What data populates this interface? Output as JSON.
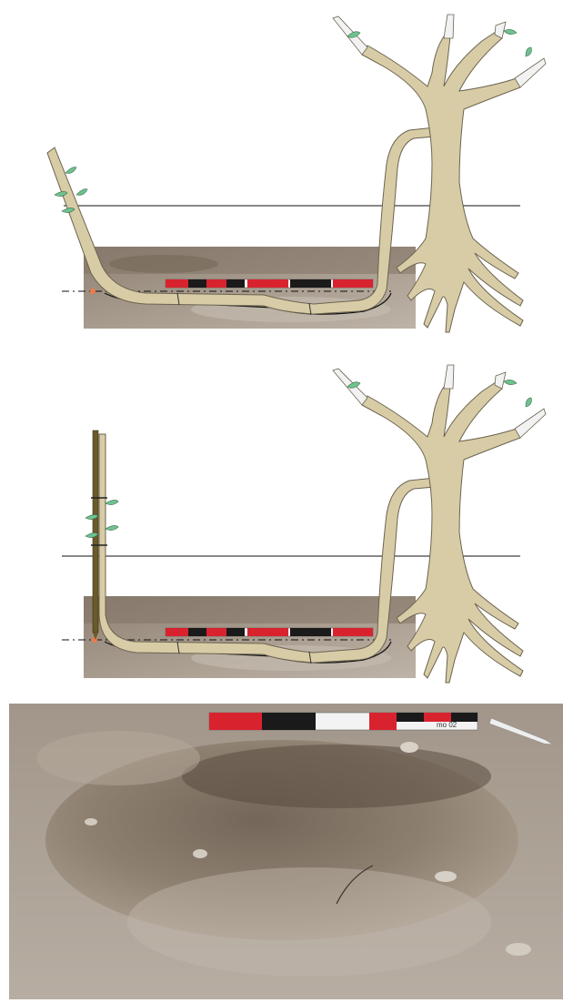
{
  "figure": {
    "panels": [
      {
        "id": "layering-stage-1",
        "description_icon": "layered-branch-diagram"
      },
      {
        "id": "layering-stage-2",
        "description_icon": "staked-layered-branch-diagram"
      },
      {
        "id": "excavation-photo",
        "description_icon": "soil-pit-photo"
      }
    ]
  },
  "scale_bar": {
    "label": "mo 02"
  },
  "colors": {
    "wood": "#d8cca6",
    "wood_stroke": "#6b6350",
    "leaf": "#6fc28e",
    "stake": "#6b5a2a",
    "scale_red": "#d8232f",
    "scale_black": "#1a1a1a",
    "soil_light": "#b8ada0",
    "soil_dark": "#7d6f60",
    "marker": "#f07a4a"
  }
}
